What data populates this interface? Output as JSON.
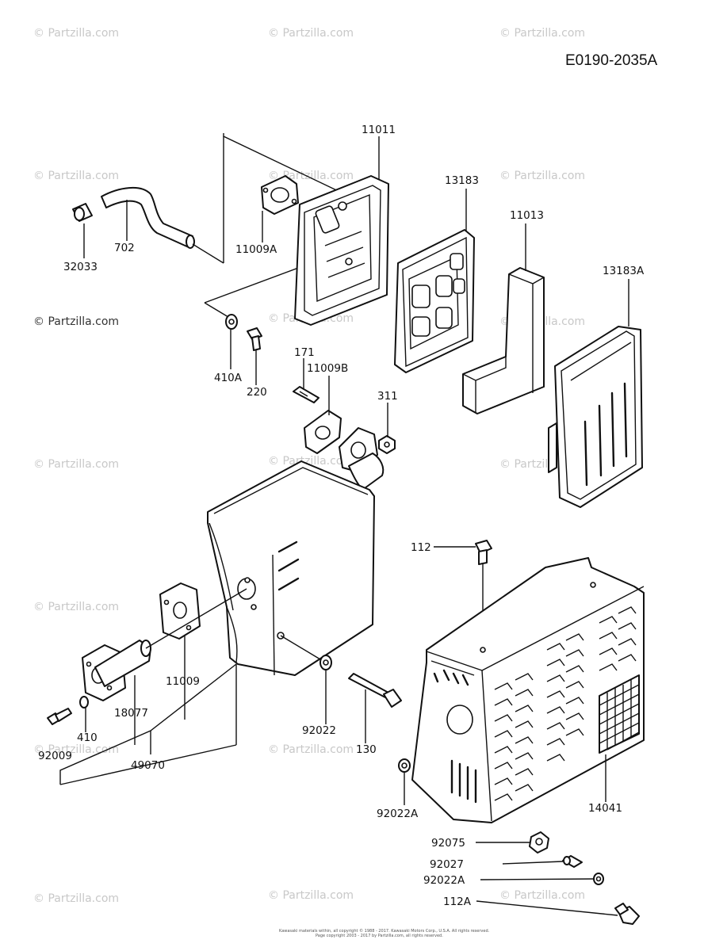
{
  "diagram_code": "E0190-2035A",
  "watermark_text": "© Partzilla.com",
  "footer_lines": [
    "Kawasaki materials within, all copyright © 1988 - 2017. Kawasaki Motors Corp., U.S.A. All rights reserved.",
    "Page copyright 2003 - 2017 by Partzilla.com, all rights reserved."
  ],
  "parts": [
    {
      "id": "11011"
    },
    {
      "id": "13183"
    },
    {
      "id": "11013"
    },
    {
      "id": "13183A"
    },
    {
      "id": "32033"
    },
    {
      "id": "702"
    },
    {
      "id": "11009A"
    },
    {
      "id": "410A"
    },
    {
      "id": "220"
    },
    {
      "id": "171"
    },
    {
      "id": "11009B"
    },
    {
      "id": "311"
    },
    {
      "id": "112"
    },
    {
      "id": "11009"
    },
    {
      "id": "18077"
    },
    {
      "id": "410"
    },
    {
      "id": "92009"
    },
    {
      "id": "49070"
    },
    {
      "id": "92022"
    },
    {
      "id": "130"
    },
    {
      "id": "14041"
    },
    {
      "id": "92022A"
    },
    {
      "id": "92075"
    },
    {
      "id": "92027"
    },
    {
      "id": "92022A"
    },
    {
      "id": "112A"
    }
  ]
}
